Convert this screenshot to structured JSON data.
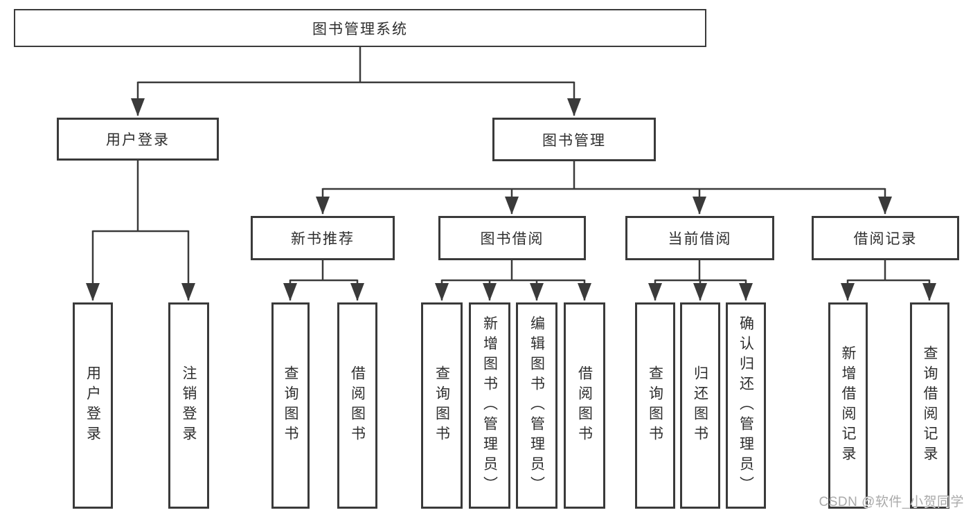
{
  "diagram": {
    "colors": {
      "line": "#3a3a3a",
      "text": "#2e2e2e",
      "watermark": "#aaaaaa",
      "background": "#ffffff"
    },
    "watermark": "CSDN @软件_小贺同学",
    "tree": {
      "label": "图书管理系统",
      "children": [
        {
          "label": "用户登录",
          "children": [
            {
              "label": "用户登录"
            },
            {
              "label": "注销登录"
            }
          ]
        },
        {
          "label": "图书管理",
          "children": [
            {
              "label": "新书推荐",
              "children": [
                {
                  "label": "查询图书"
                },
                {
                  "label": "借阅图书"
                }
              ]
            },
            {
              "label": "图书借阅",
              "children": [
                {
                  "label": "查询图书"
                },
                {
                  "label": "新增图书（管理员）"
                },
                {
                  "label": "编辑图书（管理员）"
                },
                {
                  "label": "借阅图书"
                }
              ]
            },
            {
              "label": "当前借阅",
              "children": [
                {
                  "label": "查询图书"
                },
                {
                  "label": "归还图书"
                },
                {
                  "label": "确认归还（管理员）"
                }
              ]
            },
            {
              "label": "借阅记录",
              "children": [
                {
                  "label": "新增借阅记录"
                },
                {
                  "label": "查询借阅记录"
                }
              ]
            }
          ]
        }
      ]
    }
  }
}
